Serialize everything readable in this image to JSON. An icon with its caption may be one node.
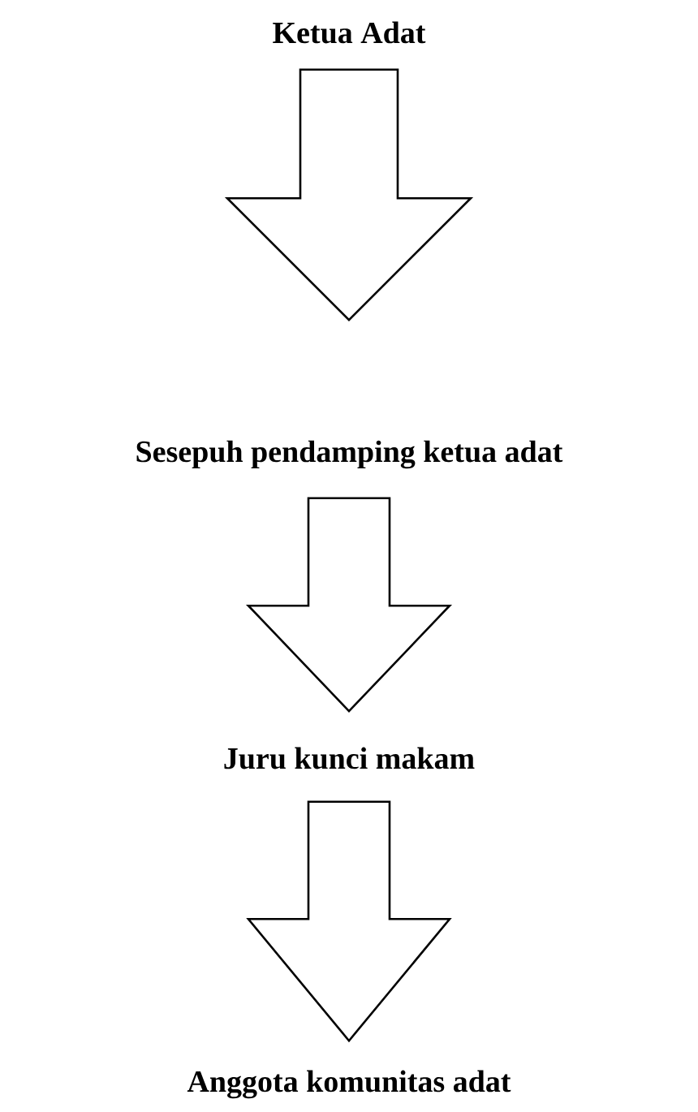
{
  "diagram": {
    "nodes": [
      {
        "text": [
          "Ketua Adat"
        ]
      },
      {
        "text": [
          "Sesepuh pendamping ketua adat"
        ]
      },
      {
        "text": [
          "Juru kunci makam"
        ]
      },
      {
        "text": [
          "Anggota komunitas adat"
        ]
      }
    ],
    "edges": [
      {
        "from": 0,
        "to": 1,
        "arrow": "to"
      },
      {
        "from": 1,
        "to": 2,
        "arrow": "to"
      },
      {
        "from": 2,
        "to": 3,
        "arrow": "to"
      }
    ]
  }
}
